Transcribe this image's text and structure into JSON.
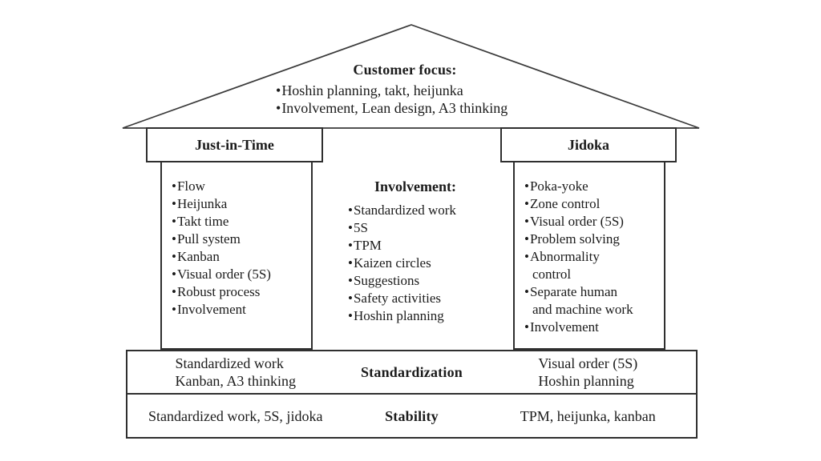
{
  "diagram": {
    "roof": {
      "title": "Customer focus:",
      "bullets": [
        "Hoshin planning, takt, heijunka",
        "Involvement, Lean design, A3 thinking"
      ]
    },
    "left_pillar": {
      "title": "Just-in-Time",
      "items": [
        "Flow",
        "Heijunka",
        "Takt time",
        "Pull system",
        "Kanban",
        "Visual order (5S)",
        "Robust process",
        "Involvement"
      ]
    },
    "center_column": {
      "title": "Involvement:",
      "items": [
        "Standardized work",
        "5S",
        "TPM",
        "Kaizen circles",
        "Suggestions",
        "Safety activities",
        "Hoshin planning"
      ]
    },
    "right_pillar": {
      "title": "Jidoka",
      "items": [
        "Poka-yoke",
        "Zone control",
        "Visual order (5S)",
        "Problem solving",
        "Abnormality control",
        "Separate human and machine work",
        "Involvement"
      ]
    },
    "foundation": {
      "standardization": {
        "label": "Standardization",
        "left_lines": [
          "Standardized work",
          "Kanban, A3 thinking"
        ],
        "right_lines": [
          "Visual order (5S)",
          "Hoshin planning"
        ]
      },
      "stability": {
        "label": "Stability",
        "left_lines": [
          "Standardized work, 5S, jidoka"
        ],
        "right_lines": [
          "TPM, heijunka, kanban"
        ]
      }
    },
    "colors": {
      "line": "#2f2f2f",
      "text": "#1b1b1b",
      "background": "#ffffff"
    }
  }
}
